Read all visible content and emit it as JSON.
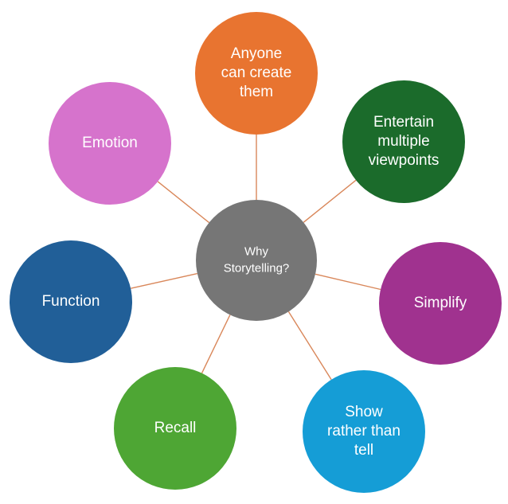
{
  "center": {
    "lines": [
      "Why",
      "Storytelling?"
    ],
    "color": "#767676"
  },
  "nodes": [
    {
      "id": "anyone",
      "lines": [
        "Anyone",
        "can create",
        "them"
      ],
      "color": "#e87430"
    },
    {
      "id": "entertain",
      "lines": [
        "Entertain",
        "multiple",
        "viewpoints"
      ],
      "color": "#1b6b2b"
    },
    {
      "id": "simplify",
      "lines": [
        "Simplify"
      ],
      "color": "#a0328f"
    },
    {
      "id": "show",
      "lines": [
        "Show",
        "rather than",
        "tell"
      ],
      "color": "#159dd6"
    },
    {
      "id": "recall",
      "lines": [
        "Recall"
      ],
      "color": "#4ea634"
    },
    {
      "id": "function",
      "lines": [
        "Function"
      ],
      "color": "#215f98"
    },
    {
      "id": "emotion",
      "lines": [
        "Emotion"
      ],
      "color": "#d673cc"
    }
  ],
  "connector_color": "#d9875a"
}
